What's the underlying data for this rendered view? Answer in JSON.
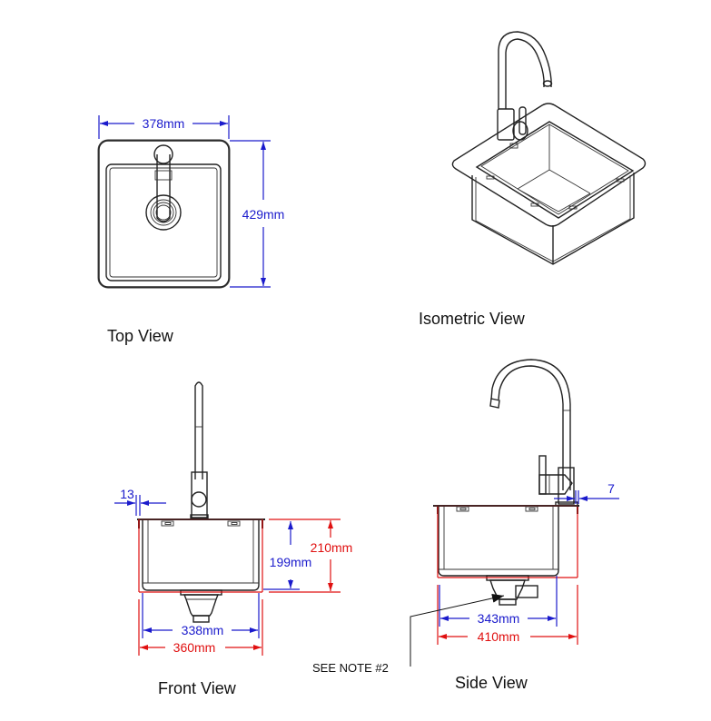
{
  "views": {
    "top": {
      "label": "Top View",
      "width_dim": "378mm",
      "depth_dim": "429mm"
    },
    "isometric": {
      "label": "Isometric View"
    },
    "front": {
      "label": "Front View",
      "overhang_dim": "13",
      "inner_depth_dim": "199mm",
      "outer_depth_dim": "210mm",
      "inner_width_dim": "338mm",
      "outer_width_dim": "360mm"
    },
    "side": {
      "label": "Side View",
      "overhang_dim": "7",
      "inner_width_dim": "343mm",
      "outer_width_dim": "410mm",
      "note": "SEE NOTE #2"
    }
  },
  "colors": {
    "dimension_blue": "#1b1bcc",
    "dimension_red": "#e01010",
    "line": "#222222"
  }
}
